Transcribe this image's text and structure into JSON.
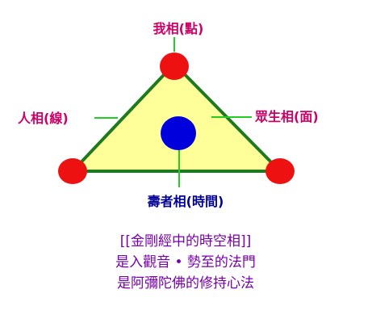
{
  "colors": {
    "triangle_fill": "#ffff99",
    "triangle_stroke": "#1f7a1f",
    "vertex_fill": "#ee1111",
    "center_fill": "#0000dd",
    "leader_line": "#22cc22",
    "label_text": "#cc0066",
    "bottom_label_text": "#000099",
    "caption_text": "#7700aa"
  },
  "labels": {
    "top": "我相(點)",
    "left": "人相(線)",
    "right": "眾生相(面)",
    "bottom": "壽者相(時間)"
  },
  "caption": [
    "[[金剛經中的時空相]]",
    "是入觀音 • 勢至的法門",
    "是阿彌陀佛的修持心法"
  ]
}
